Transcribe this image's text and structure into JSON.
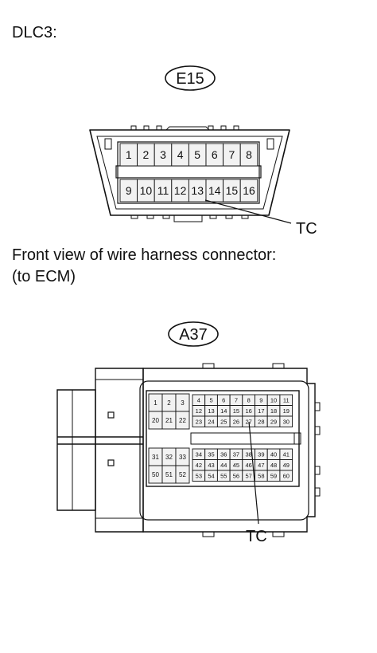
{
  "heading": "DLC3:",
  "dlc3": {
    "connector_id": "E15",
    "top_row": [
      "1",
      "2",
      "3",
      "4",
      "5",
      "6",
      "7",
      "8"
    ],
    "bottom_row": [
      "9",
      "10",
      "11",
      "12",
      "13",
      "14",
      "15",
      "16"
    ],
    "callout": "TC"
  },
  "ecm_caption": {
    "line1": "Front view of wire harness connector:",
    "line2": "(to ECM)"
  },
  "ecm": {
    "connector_id": "A37",
    "left_top_rows": [
      [
        "1",
        "2",
        "3"
      ],
      [
        "20",
        "21",
        "22"
      ]
    ],
    "left_bottom_rows": [
      [
        "31",
        "32",
        "33"
      ],
      [
        "50",
        "51",
        "52"
      ]
    ],
    "right_top_rows": [
      [
        "4",
        "5",
        "6",
        "7",
        "8",
        "9",
        "10",
        "11"
      ],
      [
        "12",
        "13",
        "14",
        "15",
        "16",
        "17",
        "18",
        "19"
      ],
      [
        "23",
        "24",
        "25",
        "26",
        "27",
        "28",
        "29",
        "30"
      ]
    ],
    "right_bottom_rows": [
      [
        "34",
        "35",
        "36",
        "37",
        "38",
        "39",
        "40",
        "41"
      ],
      [
        "42",
        "43",
        "44",
        "45",
        "46",
        "47",
        "48",
        "49"
      ],
      [
        "53",
        "54",
        "55",
        "56",
        "57",
        "58",
        "59",
        "60"
      ]
    ],
    "callout": "TC"
  },
  "colors": {
    "ink": "#111111",
    "background": "#ffffff",
    "pin_fill": "#f2f2f2"
  }
}
